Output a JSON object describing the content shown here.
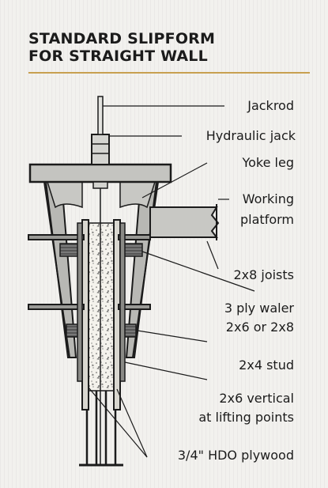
{
  "title": {
    "line1": "STANDARD SLIPFORM",
    "line2": "FOR STRAIGHT WALL"
  },
  "colors": {
    "accent_rule": "#c8a050",
    "background": "#f2f1ee",
    "ink": "#1b1b1b"
  },
  "labels": {
    "jackrod": "Jackrod",
    "hydraulic_jack": "Hydraulic jack",
    "yoke_leg": "Yoke leg",
    "working_platform_1": "Working",
    "working_platform_2": "platform",
    "joists": "2x8 joists",
    "waler_1": "3 ply waler",
    "waler_2": "2x6 or 2x8",
    "stud": "2x4 stud",
    "vertical_1": "2x6 vertical",
    "vertical_2": "at lifting points",
    "plywood": "3/4\" HDO plywood"
  }
}
